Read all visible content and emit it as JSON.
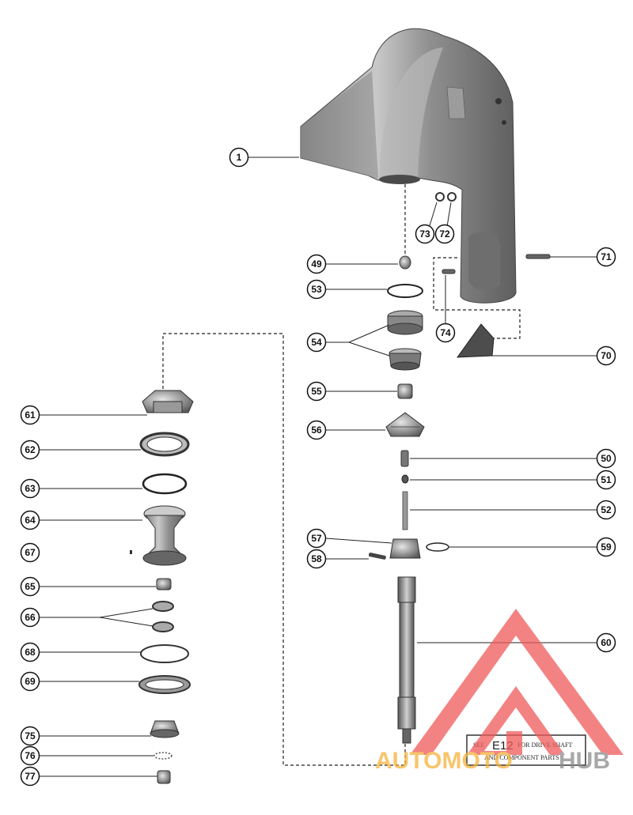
{
  "callouts": [
    {
      "id": "1",
      "label": "1"
    },
    {
      "id": "49",
      "label": "49"
    },
    {
      "id": "50",
      "label": "50"
    },
    {
      "id": "51",
      "label": "51"
    },
    {
      "id": "52",
      "label": "52"
    },
    {
      "id": "53",
      "label": "53"
    },
    {
      "id": "54",
      "label": "54"
    },
    {
      "id": "55",
      "label": "55"
    },
    {
      "id": "56",
      "label": "56"
    },
    {
      "id": "57",
      "label": "57"
    },
    {
      "id": "58",
      "label": "58"
    },
    {
      "id": "59",
      "label": "59"
    },
    {
      "id": "60",
      "label": "60"
    },
    {
      "id": "61",
      "label": "61"
    },
    {
      "id": "62",
      "label": "62"
    },
    {
      "id": "63",
      "label": "63"
    },
    {
      "id": "64",
      "label": "64"
    },
    {
      "id": "65",
      "label": "65"
    },
    {
      "id": "66",
      "label": "66"
    },
    {
      "id": "67",
      "label": "67"
    },
    {
      "id": "68",
      "label": "68"
    },
    {
      "id": "69",
      "label": "69"
    },
    {
      "id": "70",
      "label": "70"
    },
    {
      "id": "71",
      "label": "71"
    },
    {
      "id": "72",
      "label": "72"
    },
    {
      "id": "73",
      "label": "73"
    },
    {
      "id": "74",
      "label": "74"
    },
    {
      "id": "75",
      "label": "75"
    },
    {
      "id": "76",
      "label": "76"
    },
    {
      "id": "77",
      "label": "77"
    }
  ],
  "reference_box": {
    "see": "SEE",
    "code": "E12",
    "line1": "FOR DRIVE SHAFT",
    "line2": "AND COMPONENT PARTS"
  },
  "watermark": {
    "text_a": "AUTOMOTO",
    "text_b": "HUB",
    "colors": {
      "red": "#f05a5a",
      "orange": "#f6b23a",
      "gray": "#8c8c8c"
    }
  }
}
